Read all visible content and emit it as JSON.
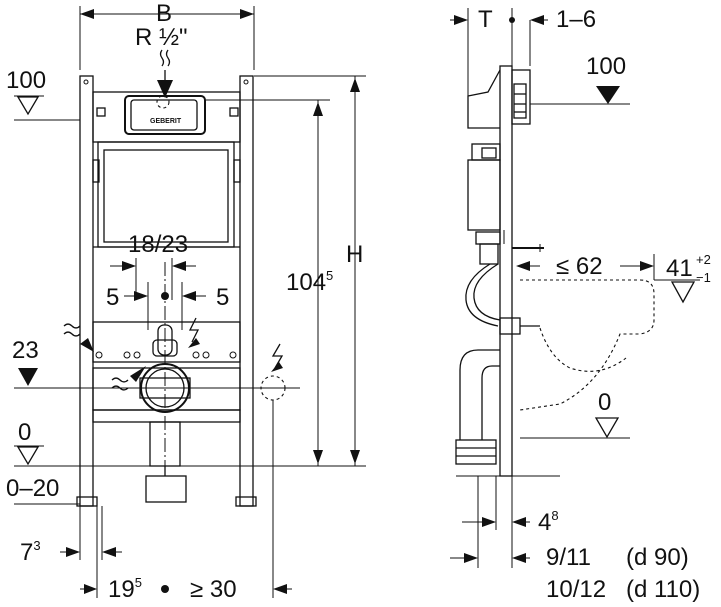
{
  "front_view": {
    "width_label": "B",
    "connection_label": "R ½\"",
    "level_100": "100",
    "level_23": "23",
    "level_0": "0",
    "floor_range": "0–20",
    "dim_18_23": "18/23",
    "dim_5_left": "5",
    "dim_5_right": "5",
    "height_104": "104",
    "height_104_sup": "5",
    "height_H": "H",
    "dim_7": "7",
    "dim_7_sup": "3",
    "dim_19": "19",
    "dim_19_sup": "5",
    "dim_ge30": "≥ 30",
    "brand_plate": "GEBERIT"
  },
  "side_view": {
    "depth_label": "T",
    "dim_1_6": "1–6",
    "level_100": "100",
    "dim_le62": "≤ 62",
    "dim_41": "41",
    "dim_41_tol_plus": "+2",
    "dim_41_tol_minus": "−1",
    "level_0": "0",
    "dim_4": "4",
    "dim_4_sup": "8",
    "dim_9_11": "9/11",
    "dim_d90": "(d 90)",
    "dim_10_12": "10/12",
    "dim_d110": "(d 110)"
  }
}
